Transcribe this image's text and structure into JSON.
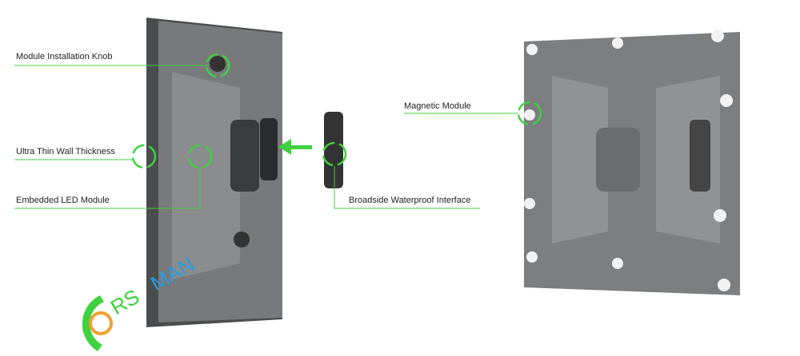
{
  "labels": {
    "knob": "Module Installation Knob",
    "wall": "Ultra Thin Wall Thickness",
    "embedded": "Embedded LED Module",
    "interface": "Broadside Waterproof Interface",
    "magnetic": "Magnetic Module"
  },
  "logo_text": "CRSMAN",
  "colors": {
    "accent": "#3fd13f",
    "panel": "#6e7072",
    "logo_blue": "#2a9de0",
    "logo_orange": "#f0a030"
  }
}
